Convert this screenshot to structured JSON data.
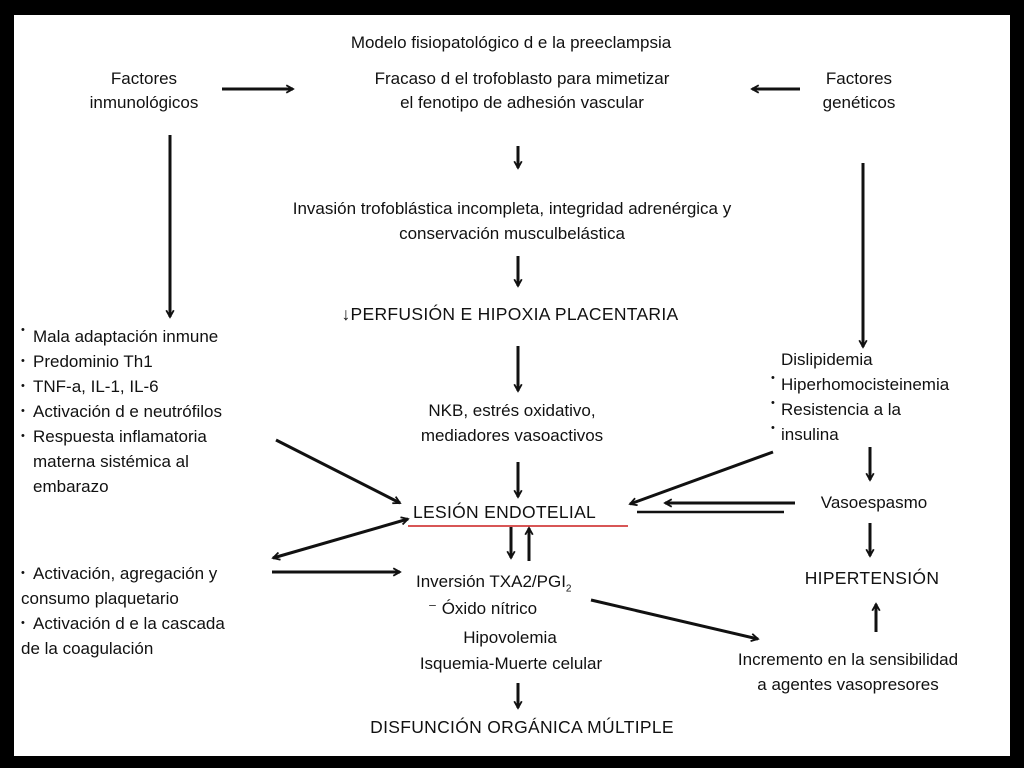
{
  "title": "Modelo fisiopatológico d e la preeclampsia",
  "nodes": {
    "immune_factors": [
      "Factores",
      "inmunológicos"
    ],
    "genetic_factors": [
      "Factores",
      "genéticos"
    ],
    "trophoblast_failure": [
      "Fracaso d el trofoblasto para mimetizar",
      "el fenotipo de adhesión vascular"
    ],
    "invasion": [
      "Invasión trofoblástica incompleta, integridad adrenérgica y",
      "conservación musculbelástica"
    ],
    "perfusion": "↓PERFUSIÓN E HIPOXIA PLACENTARIA",
    "nkb": [
      "NKB, estrés oxidativo,",
      "mediadores vasoactivos"
    ],
    "endothelial_lesion": "LESIÓN ENDOTELIAL",
    "vasospasm": "Vasoespasmo",
    "hypertension": "HIPERTENSIÓN",
    "txa2_line": "Inversión TXA2/PGI",
    "txa2_sub": "2",
    "nitric_oxide": "⁻ Óxido nítrico",
    "hypovolemia": "Hipovolemia",
    "ischemia": "Isquemia-Muerte celular",
    "organ_failure": "DISFUNCIÓN ORGÁNICA MÚLTIPLE",
    "sensitivity": [
      "Incremento en la sensibilidad",
      "a agentes vasopresores"
    ]
  },
  "lists": {
    "immune": [
      "Mala adaptación inmune",
      "Predominio Th1",
      "TNF-a, IL-1, IL-6",
      "Activación d e neutrófilos",
      "Respuesta inflamatoria",
      "materna sistémica al",
      "embarazo"
    ],
    "metabolic": [
      "Dislipidemia",
      "Hiperhomocisteinemia",
      "Resistencia a la",
      "insulina"
    ],
    "platelet": [
      "Activación, agregación y",
      "consumo plaquetario",
      "Activación d e la cascada",
      "de la coagulación"
    ]
  },
  "colors": {
    "background": "#000000",
    "slide": "#ffffff",
    "text": "#111111",
    "underline": "#cc1f1f"
  }
}
